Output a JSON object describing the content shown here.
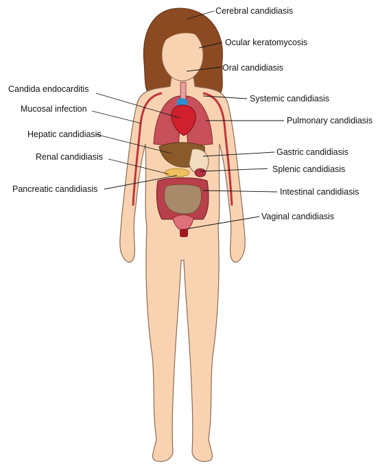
{
  "labels": {
    "cerebral": "Cerebral candidiasis",
    "ocular": "Ocular keratomycosis",
    "oral": "Oral candidiasis",
    "endocarditis": "Candida endocarditis",
    "systemic": "Systemic candidiasis",
    "mucosal": "Mucosal infection",
    "pulmonary": "Pulmonary candidiasis",
    "hepatic": "Hepatic candidiasis",
    "gastric": "Gastric candidiasis",
    "renal": "Renal candidiasis",
    "splenic": "Splenic candidiasis",
    "pancreatic": "Pancreatic candidiasis",
    "intestinal": "Intestinal candidiasis",
    "vaginal": "Vaginal candidiasis"
  },
  "colors": {
    "skin": "#f9d3b1",
    "skin_outline": "#8a6a55",
    "hair": "#8b4a22",
    "organ_red": "#b5323a",
    "lung": "#c8505a",
    "liver": "#8a5a2a",
    "vessel_blue": "#2d8fd0",
    "leader": "#111111"
  }
}
